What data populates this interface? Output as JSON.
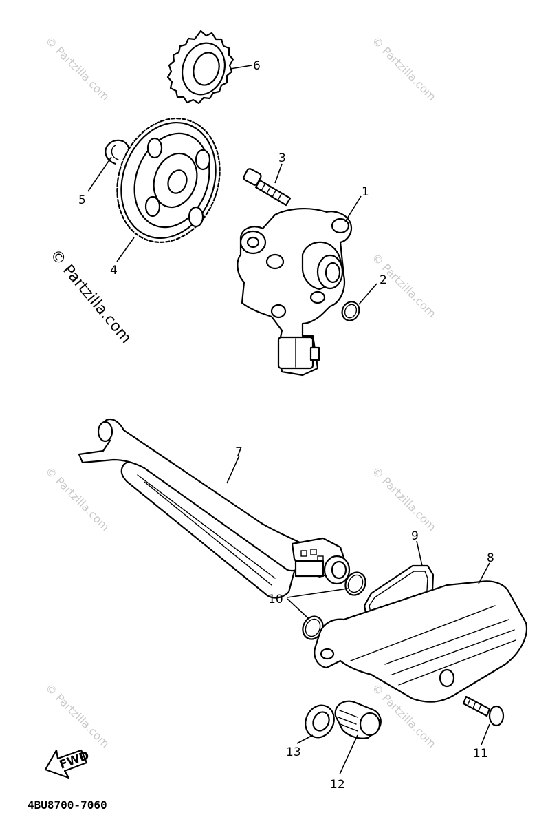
{
  "diagram": {
    "code": "4BU8700-7060",
    "fwd_label": "FWD",
    "watermark_main": "© Partzilla.com",
    "watermark_small": "© Partzilla.com",
    "callouts": [
      "1",
      "2",
      "3",
      "4",
      "5",
      "6",
      "7",
      "8",
      "9",
      "10",
      "11",
      "12",
      "13"
    ]
  }
}
